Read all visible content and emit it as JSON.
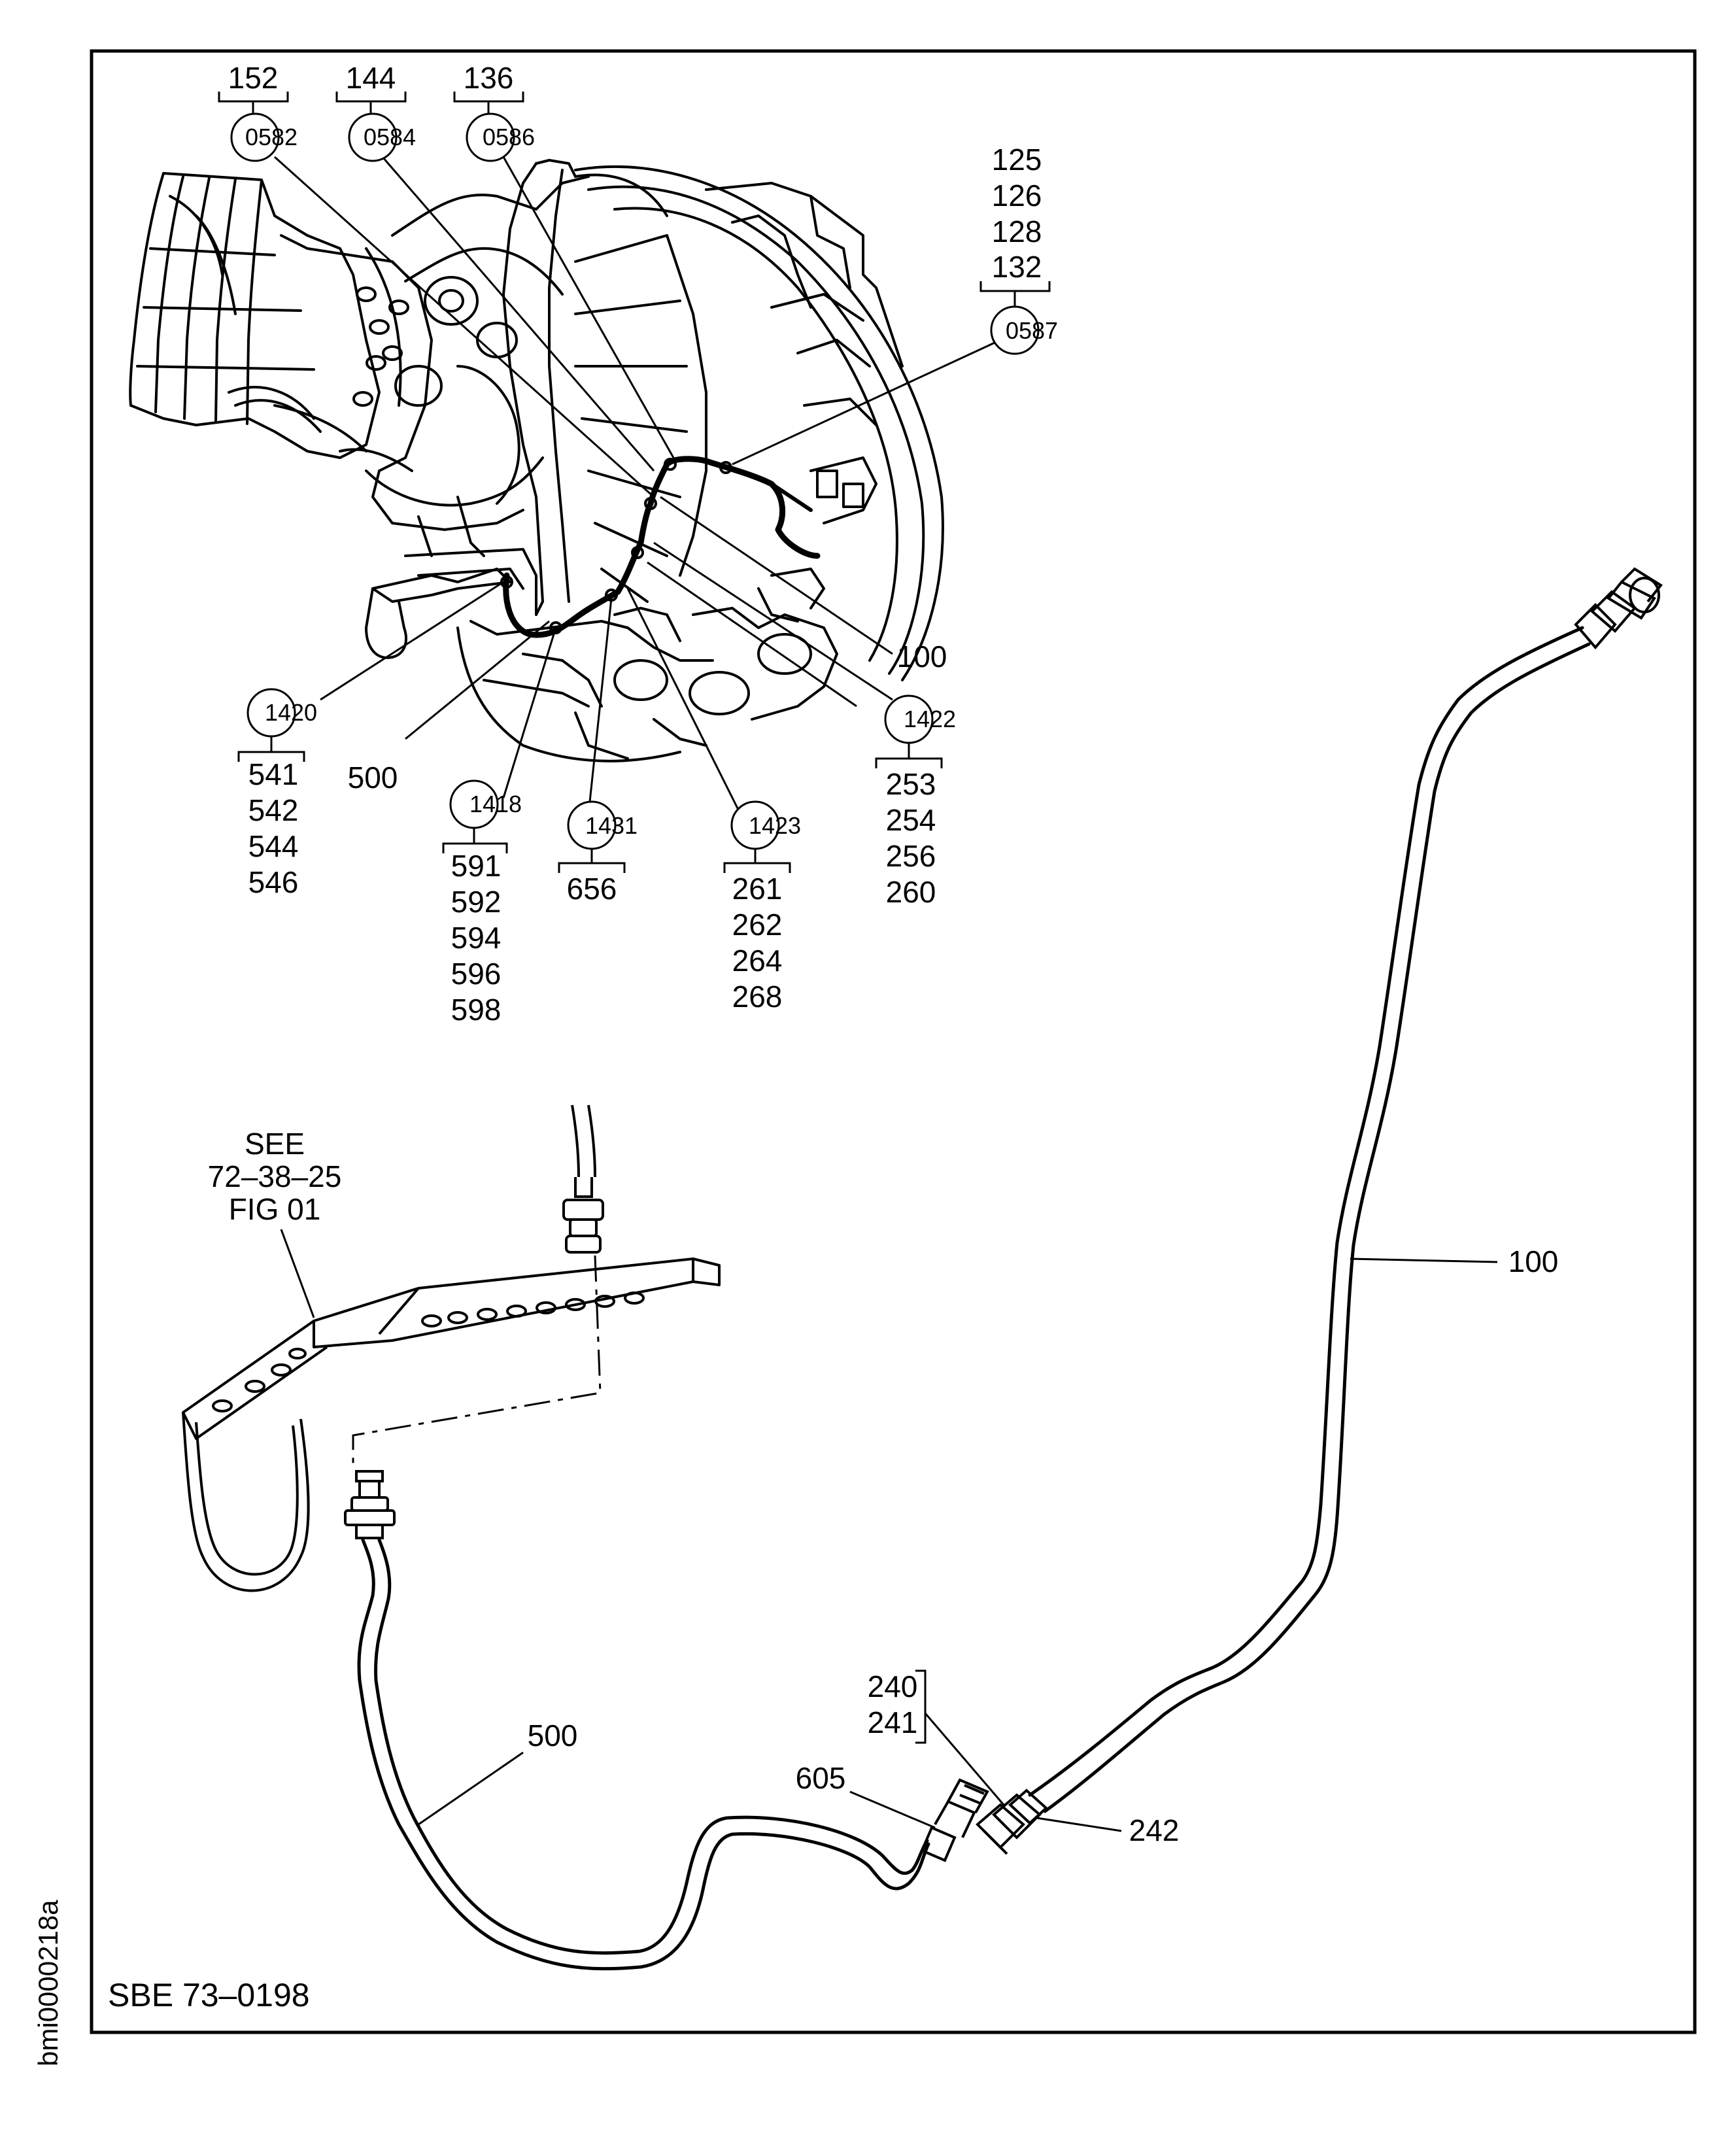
{
  "document": {
    "ref_note": "SBE 73–0198",
    "image_id_text": "bmi0000218a",
    "see_note": {
      "line1": "SEE",
      "line2": "72–38–25",
      "line3": "FIG 01"
    }
  },
  "callouts": {
    "c0582": {
      "circle": "0582",
      "items": [
        "152"
      ]
    },
    "c0584": {
      "circle": "0584",
      "items": [
        "144"
      ]
    },
    "c0586": {
      "circle": "0586",
      "items": [
        "136"
      ]
    },
    "c0587": {
      "circle": "0587",
      "items": [
        "125",
        "126",
        "128",
        "132"
      ]
    },
    "c1420": {
      "circle": "1420",
      "items": [
        "541",
        "542",
        "544",
        "546"
      ]
    },
    "c1418": {
      "circle": "1418",
      "items": [
        "591",
        "592",
        "594",
        "596",
        "598"
      ]
    },
    "c1431": {
      "circle": "1431",
      "items": [
        "656"
      ]
    },
    "c1423": {
      "circle": "1423",
      "items": [
        "261",
        "262",
        "264",
        "268"
      ]
    },
    "c1422": {
      "circle": "1422",
      "items": [
        "253",
        "254",
        "256",
        "260"
      ]
    }
  },
  "item_labels": {
    "tube_100_upper": "100",
    "tube_500_upper": "500",
    "tube_100_lower": "100",
    "tube_500_lower": "500",
    "fitting_605": "605",
    "nut_240": "240",
    "nut_241": "241",
    "union_242": "242"
  }
}
